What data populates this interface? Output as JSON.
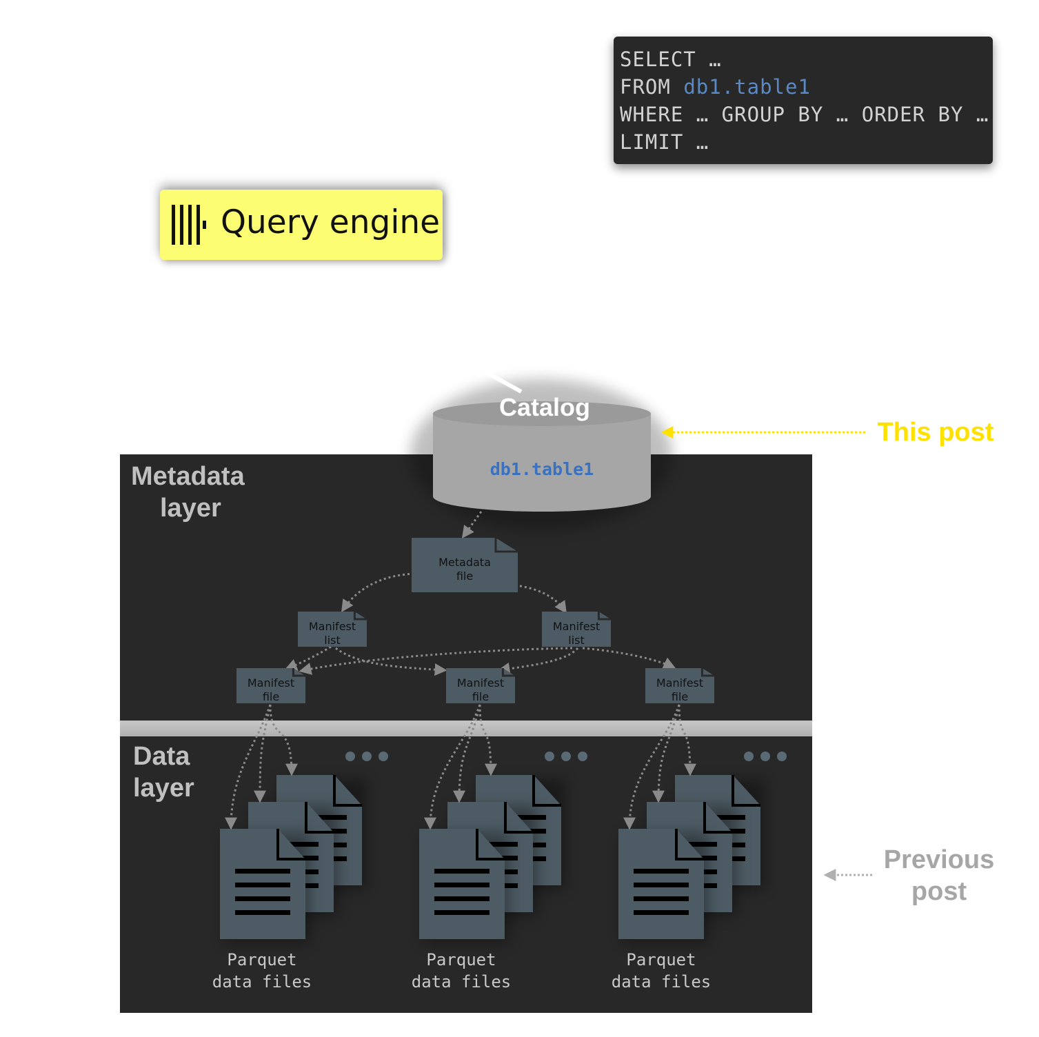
{
  "sql_query": {
    "lines": [
      {
        "keyword": "SELECT …",
        "ident": ""
      },
      {
        "keyword": "FROM ",
        "ident": "db1.table1"
      },
      {
        "keyword": "WHERE … GROUP BY … ORDER BY …",
        "ident": ""
      },
      {
        "keyword": "LIMIT …",
        "ident": ""
      }
    ]
  },
  "query_engine": {
    "label": "Query engine",
    "icon": "bars-logo-icon",
    "background": "#fdfd74"
  },
  "catalog": {
    "title": "Catalog",
    "table": "db1.table1",
    "color": "#a6a6a6",
    "ident_color": "#3a72bf"
  },
  "annotations": {
    "this_post": "This post",
    "this_post_color": "#ffe100",
    "previous_post": "Previous post",
    "previous_post_lines": [
      "Previous",
      "post"
    ],
    "previous_post_color": "#a6a6a6"
  },
  "metadata_layer": {
    "title_lines": [
      "Metadata",
      "layer"
    ],
    "metadata_file": {
      "lines": [
        "Metadata",
        "file"
      ]
    },
    "manifest_lists": [
      {
        "lines": [
          "Manifest",
          "list"
        ]
      },
      {
        "lines": [
          "Manifest",
          "list"
        ]
      }
    ],
    "manifest_files": [
      {
        "lines": [
          "Manifest",
          "file"
        ]
      },
      {
        "lines": [
          "Manifest",
          "file"
        ]
      },
      {
        "lines": [
          "Manifest",
          "file"
        ]
      }
    ]
  },
  "data_layer": {
    "title_lines": [
      "Data",
      "layer"
    ],
    "groups": [
      {
        "label_lines": [
          "Parquet",
          "data files"
        ],
        "more": "•••"
      },
      {
        "label_lines": [
          "Parquet",
          "data files"
        ],
        "more": "•••"
      },
      {
        "label_lines": [
          "Parquet",
          "data files"
        ],
        "more": "•••"
      }
    ]
  },
  "colors": {
    "layer_bg": "#282828",
    "doc_fill": "#4d5b64",
    "arrow": "#8a8a8a"
  }
}
